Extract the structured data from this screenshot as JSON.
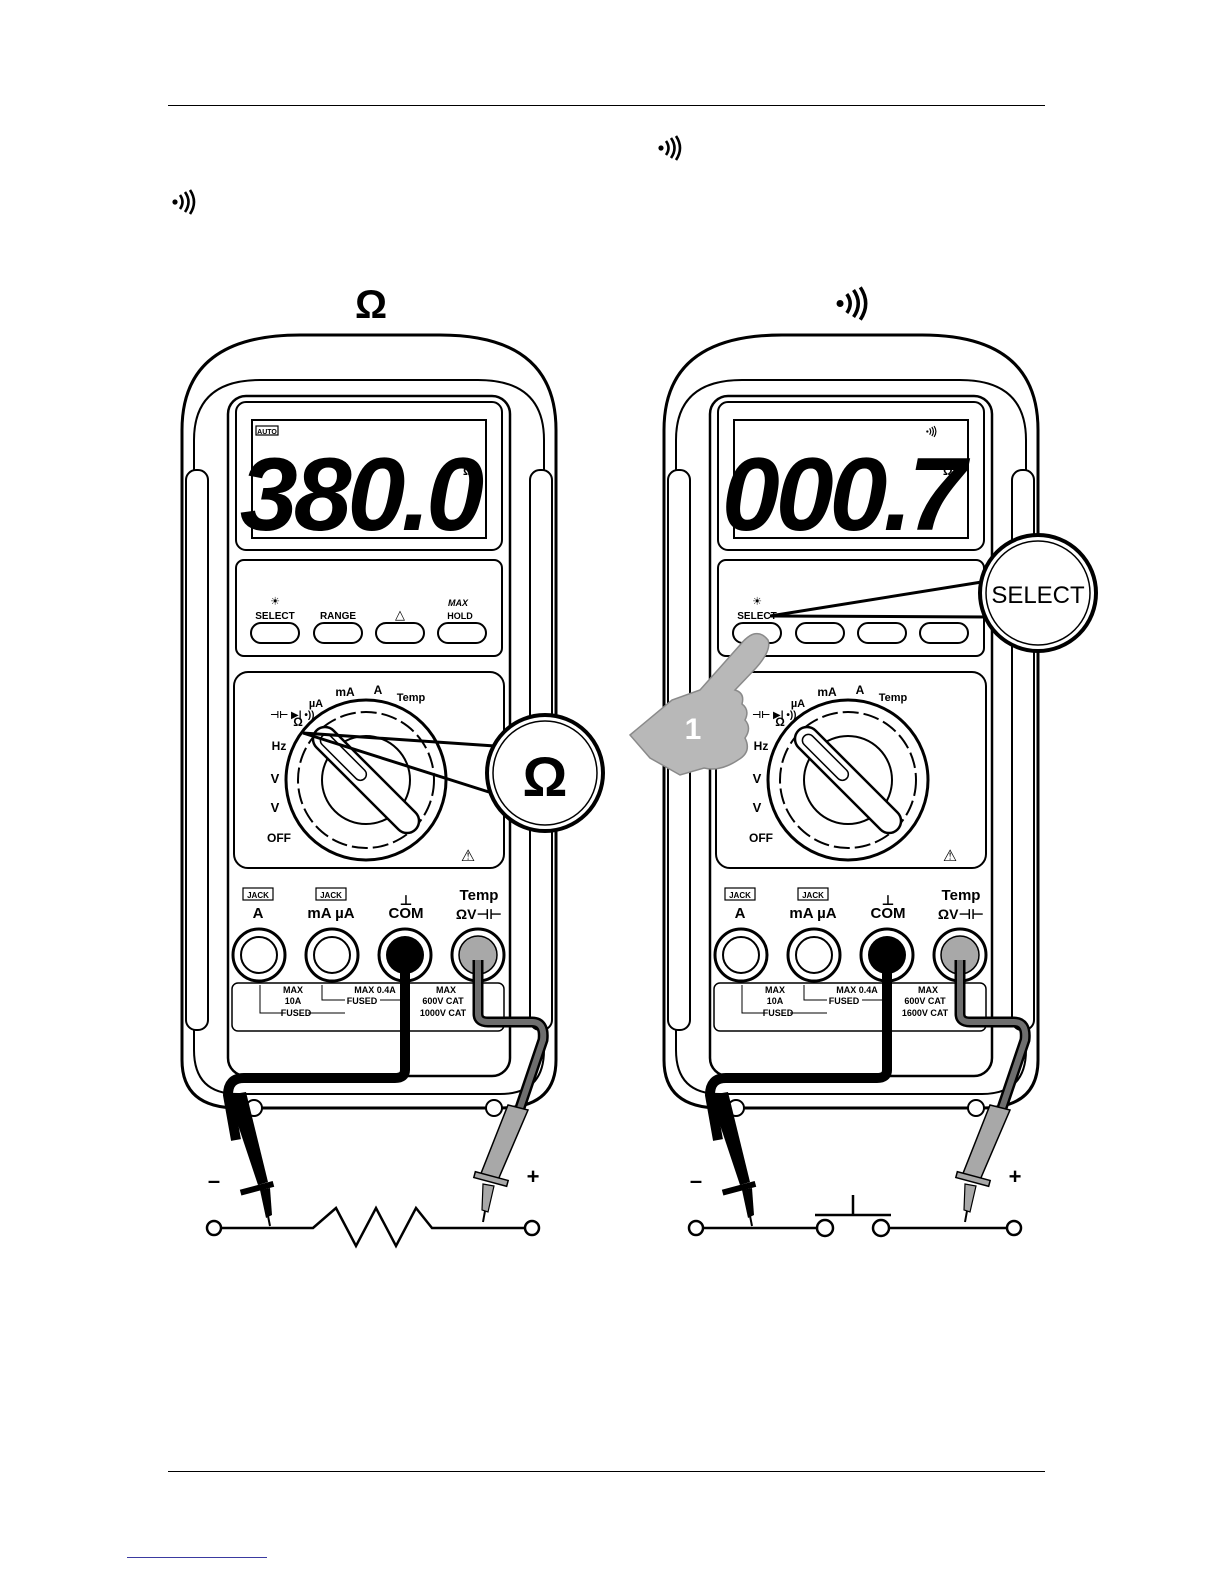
{
  "page": {
    "header_rule": true,
    "footer_rule": true
  },
  "icons": {
    "continuity_top": "continuity-beeper-icon",
    "continuity_left": "continuity-beeper-icon",
    "omega_title": "ohm-symbol",
    "continuity_title": "continuity-beeper-icon"
  },
  "titles": {
    "left": "Ω"
  },
  "left_meter": {
    "auto_badge": "AUTO",
    "reading": "380.0",
    "unit": "Ω",
    "buttons": [
      "SELECT",
      "RANGE",
      "△",
      "HOLD"
    ],
    "max_label": "MAX",
    "rotary_labels": {
      "dc_ua": "µA",
      "ma": "mA",
      "a": "A",
      "temp": "Temp",
      "ohm": "Ω",
      "hz": "Hz",
      "vac": "V",
      "vdc": "V",
      "off": "OFF"
    },
    "callout": "Ω",
    "jacks": {
      "a_jack_badge": "JACK",
      "ma_jack_badge": "JACK",
      "a": "A",
      "ma_ua": "mA µA",
      "com": "COM",
      "temp": "Temp",
      "ohm_v": "ΩV⊣⊢"
    },
    "ratings": {
      "a_max": "MAX",
      "a_10a": "10A",
      "a_fused": "FUSED",
      "ma_max": "MAX 0.4A",
      "ma_fused": "FUSED",
      "v_max": "MAX",
      "v_600": "600V  CAT",
      "v_1000": "1000V CAT"
    },
    "leads": {
      "minus": "–",
      "plus": "+"
    }
  },
  "right_meter": {
    "reading": "000.7",
    "unit": "Ω",
    "buttons": [
      "SELECT"
    ],
    "callout": "SELECT",
    "finger_step": "1",
    "rotary_labels": {
      "dc_ua": "µA",
      "ma": "mA",
      "a": "A",
      "temp": "Temp",
      "ohm": "Ω",
      "hz": "Hz",
      "vac": "V",
      "vdc": "V",
      "off": "OFF"
    },
    "jacks": {
      "a_jack_badge": "JACK",
      "ma_jack_badge": "JACK",
      "a": "A",
      "ma_ua": "mA µA",
      "com": "COM",
      "temp": "Temp",
      "ohm_v": "ΩV⊣⊢"
    },
    "ratings": {
      "a_max": "MAX",
      "a_10a": "10A",
      "a_fused": "FUSED",
      "ma_max": "MAX 0.4A",
      "ma_fused": "FUSED",
      "v_max": "MAX",
      "v_600": "600V  CAT",
      "v_1000": "1600V CAT"
    },
    "leads": {
      "minus": "–",
      "plus": "+"
    }
  },
  "colors": {
    "ink": "#000000",
    "probe_grey": "#a8a8a8",
    "finger_grey": "#b8b8b8",
    "red_lead": "#6e6e6e"
  }
}
